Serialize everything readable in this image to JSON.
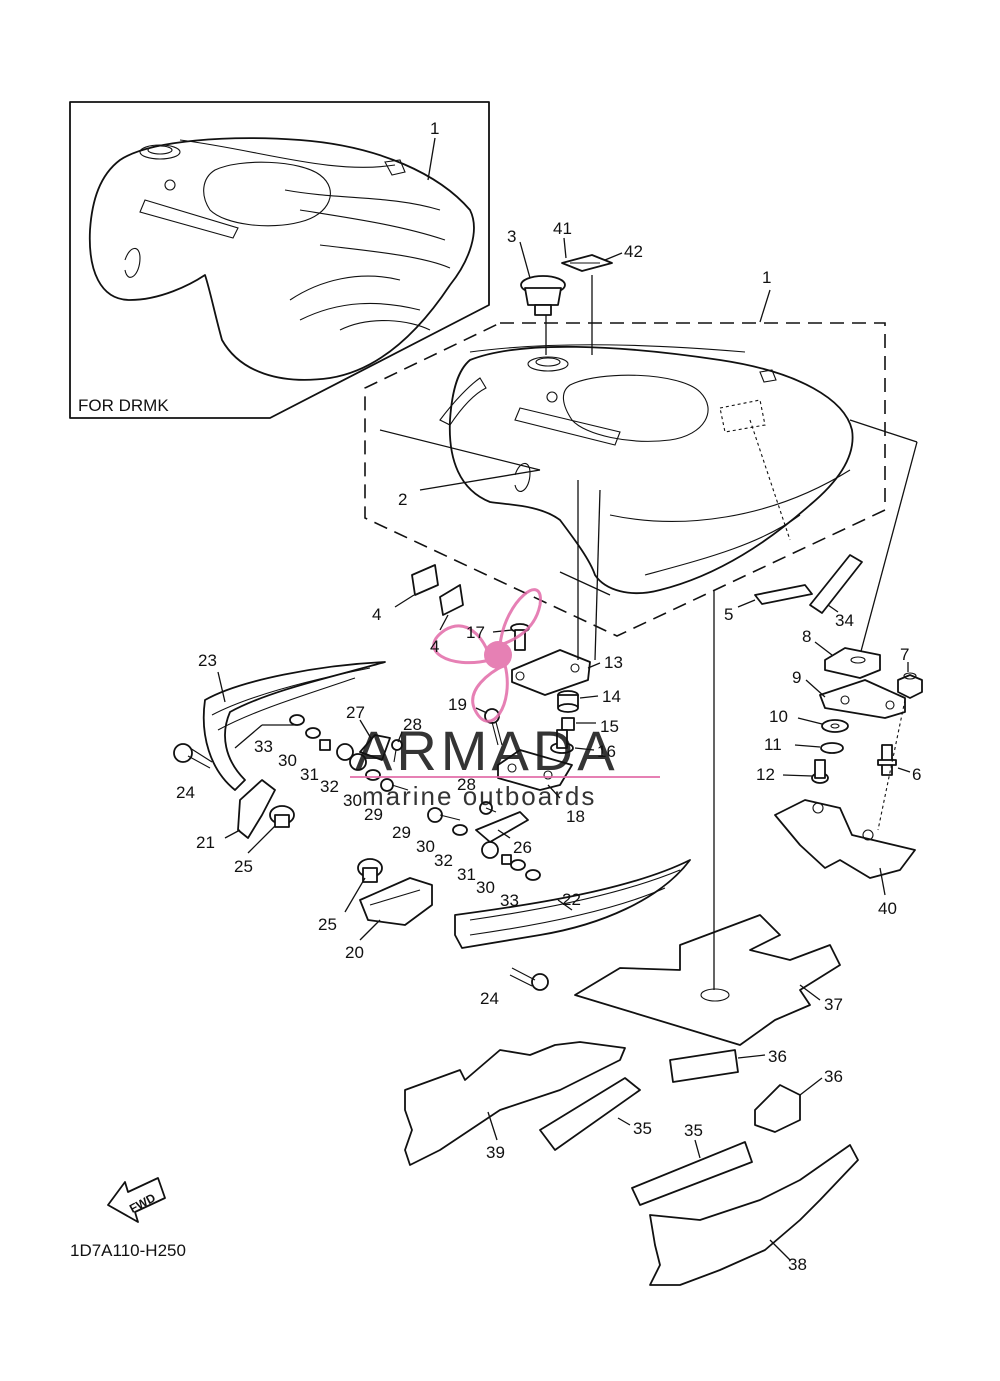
{
  "inset": {
    "caption": "FOR DRMK",
    "part_number": "1"
  },
  "diagram_code": "1D7A110-H250",
  "fwd_label": "FWD",
  "watermark": {
    "brand": "ARMADA",
    "tagline": "marine outboards",
    "logo_color": "#e26aa8",
    "text_color": "#7d7d7d"
  },
  "callouts": {
    "c1": "1",
    "c2": "2",
    "c3": "3",
    "c4a": "4",
    "c4b": "4",
    "c5": "5",
    "c6": "6",
    "c7": "7",
    "c8": "8",
    "c9": "9",
    "c10": "10",
    "c11": "11",
    "c12": "12",
    "c13": "13",
    "c14": "14",
    "c15": "15",
    "c16": "16",
    "c17": "17",
    "c18": "18",
    "c19": "19",
    "c20": "20",
    "c21": "21",
    "c22": "22",
    "c23": "23",
    "c24a": "24",
    "c24b": "24",
    "c25a": "25",
    "c25b": "25",
    "c26": "26",
    "c27": "27",
    "c28a": "28",
    "c28b": "28",
    "c29a": "29",
    "c29b": "29",
    "c30a": "30",
    "c30b": "30",
    "c30c": "30",
    "c31a": "31",
    "c31b": "31",
    "c32a": "32",
    "c32b": "32",
    "c33a": "33",
    "c33b": "33",
    "c34": "34",
    "c35a": "35",
    "c35b": "35",
    "c36a": "36",
    "c36b": "36",
    "c37": "37",
    "c38": "38",
    "c39": "39",
    "c40": "40",
    "c41": "41",
    "c42": "42"
  }
}
